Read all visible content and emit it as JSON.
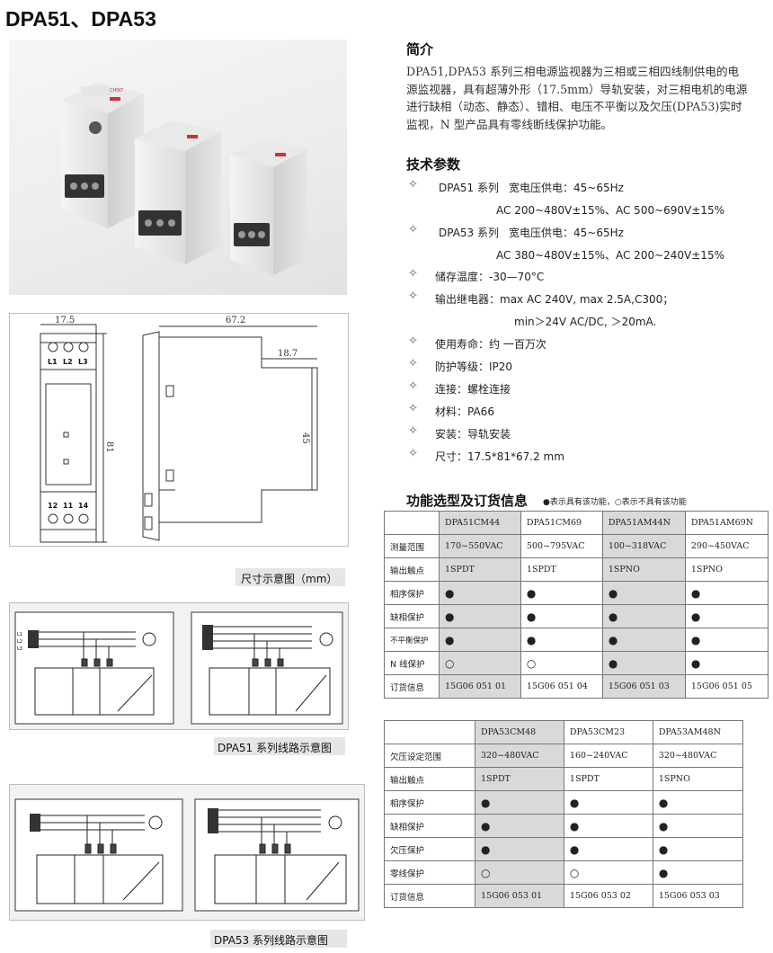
{
  "title": "DPA51、DPA53",
  "intro": {
    "heading": "简介",
    "text": "DPA51,DPA53 系列三相电源监视器为三相或三相四线制供电的电源监视器，具有超薄外形（17.5mm）导轨安装，对三相电机的电源进行缺相（动态、静态）、错相、电压不平衡以及欠压(DPA53)实时监视，N 型产品具有零线断线保护功能。"
  },
  "specs": {
    "heading": "技术参数",
    "dpa51_series": "DPA51 系列",
    "dpa51_supply": "宽电压供电：45~65Hz",
    "dpa51_ac": "AC 200~480V±15%、AC 500~690V±15%",
    "dpa53_series": "DPA53 系列",
    "dpa53_supply": "宽电压供电：45~65Hz",
    "dpa53_ac": "AC 380~480V±15%、AC 200~240V±15%",
    "storage": "储存温度：-30—70°C",
    "relay": "输出继电器：max AC 240V, max 2.5A,C300；",
    "relay2": "min＞24V AC/DC, ＞20mA.",
    "life": "使用寿命：约 一百万次",
    "protection": "防护等级：IP20",
    "connection": "连接：螺栓连接",
    "material": "材料：PA66",
    "install": "安装：导轨安装",
    "size": "尺寸：17.5*81*67.2 mm"
  },
  "selection": {
    "heading": "功能选型及订货信息",
    "note": "●表示具有该功能，○表示不具有该功能"
  },
  "table1": {
    "headers": [
      "DPA51CM44",
      "DPA51CM69",
      "DPA51AM44N",
      "DPA51AM69N"
    ],
    "rows": [
      {
        "label": "测量范围",
        "cells": [
          "170~550VAC",
          "500~795VAC",
          "100~318VAC",
          "290~450VAC"
        ]
      },
      {
        "label": "输出触点",
        "cells": [
          "1SPDT",
          "1SPDT",
          "1SPNO",
          "1SPNO"
        ]
      },
      {
        "label": "相序保护",
        "cells": [
          "●",
          "●",
          "●",
          "●"
        ]
      },
      {
        "label": "缺相保护",
        "cells": [
          "●",
          "●",
          "●",
          "●"
        ]
      },
      {
        "label": "不平衡保护",
        "cells": [
          "●",
          "●",
          "●",
          "●"
        ]
      },
      {
        "label": "N 线保护",
        "cells": [
          "○",
          "○",
          "●",
          "●"
        ]
      },
      {
        "label": "订货信息",
        "cells": [
          "15G06 051 01",
          "15G06 051 04",
          "15G06 051 03",
          "15G06 051 05"
        ]
      }
    ]
  },
  "table2": {
    "headers": [
      "DPA53CM48",
      "DPA53CM23",
      "DPA53AM48N"
    ],
    "rows": [
      {
        "label": "欠压设定范围",
        "cells": [
          "320~480VAC",
          "160~240VAC",
          "320~480VAC"
        ]
      },
      {
        "label": "输出触点",
        "cells": [
          "1SPDT",
          "1SPDT",
          "1SPNO"
        ]
      },
      {
        "label": "相序保护",
        "cells": [
          "●",
          "●",
          "●"
        ]
      },
      {
        "label": "缺相保护",
        "cells": [
          "●",
          "●",
          "●"
        ]
      },
      {
        "label": "欠压保护",
        "cells": [
          "●",
          "●",
          "●"
        ]
      },
      {
        "label": "零线保护",
        "cells": [
          "○",
          "○",
          "●"
        ]
      },
      {
        "label": "订货信息",
        "cells": [
          "15G06 053 01",
          "15G06 053 02",
          "15G06 053 03"
        ]
      }
    ]
  },
  "dimension": {
    "caption": "尺寸示意图（mm）",
    "w": "17.5",
    "depth": "67.2",
    "d2": "18.7",
    "h": "81",
    "h2": "45",
    "top_terms": [
      "L1",
      "L2",
      "L3"
    ],
    "bot_terms": [
      "12",
      "11",
      "14"
    ]
  },
  "wiring51": {
    "caption": "DPA51 系列线路示意图"
  },
  "wiring53": {
    "caption": "DPA53  系列线路示意图"
  },
  "brand_label": "CHINT"
}
